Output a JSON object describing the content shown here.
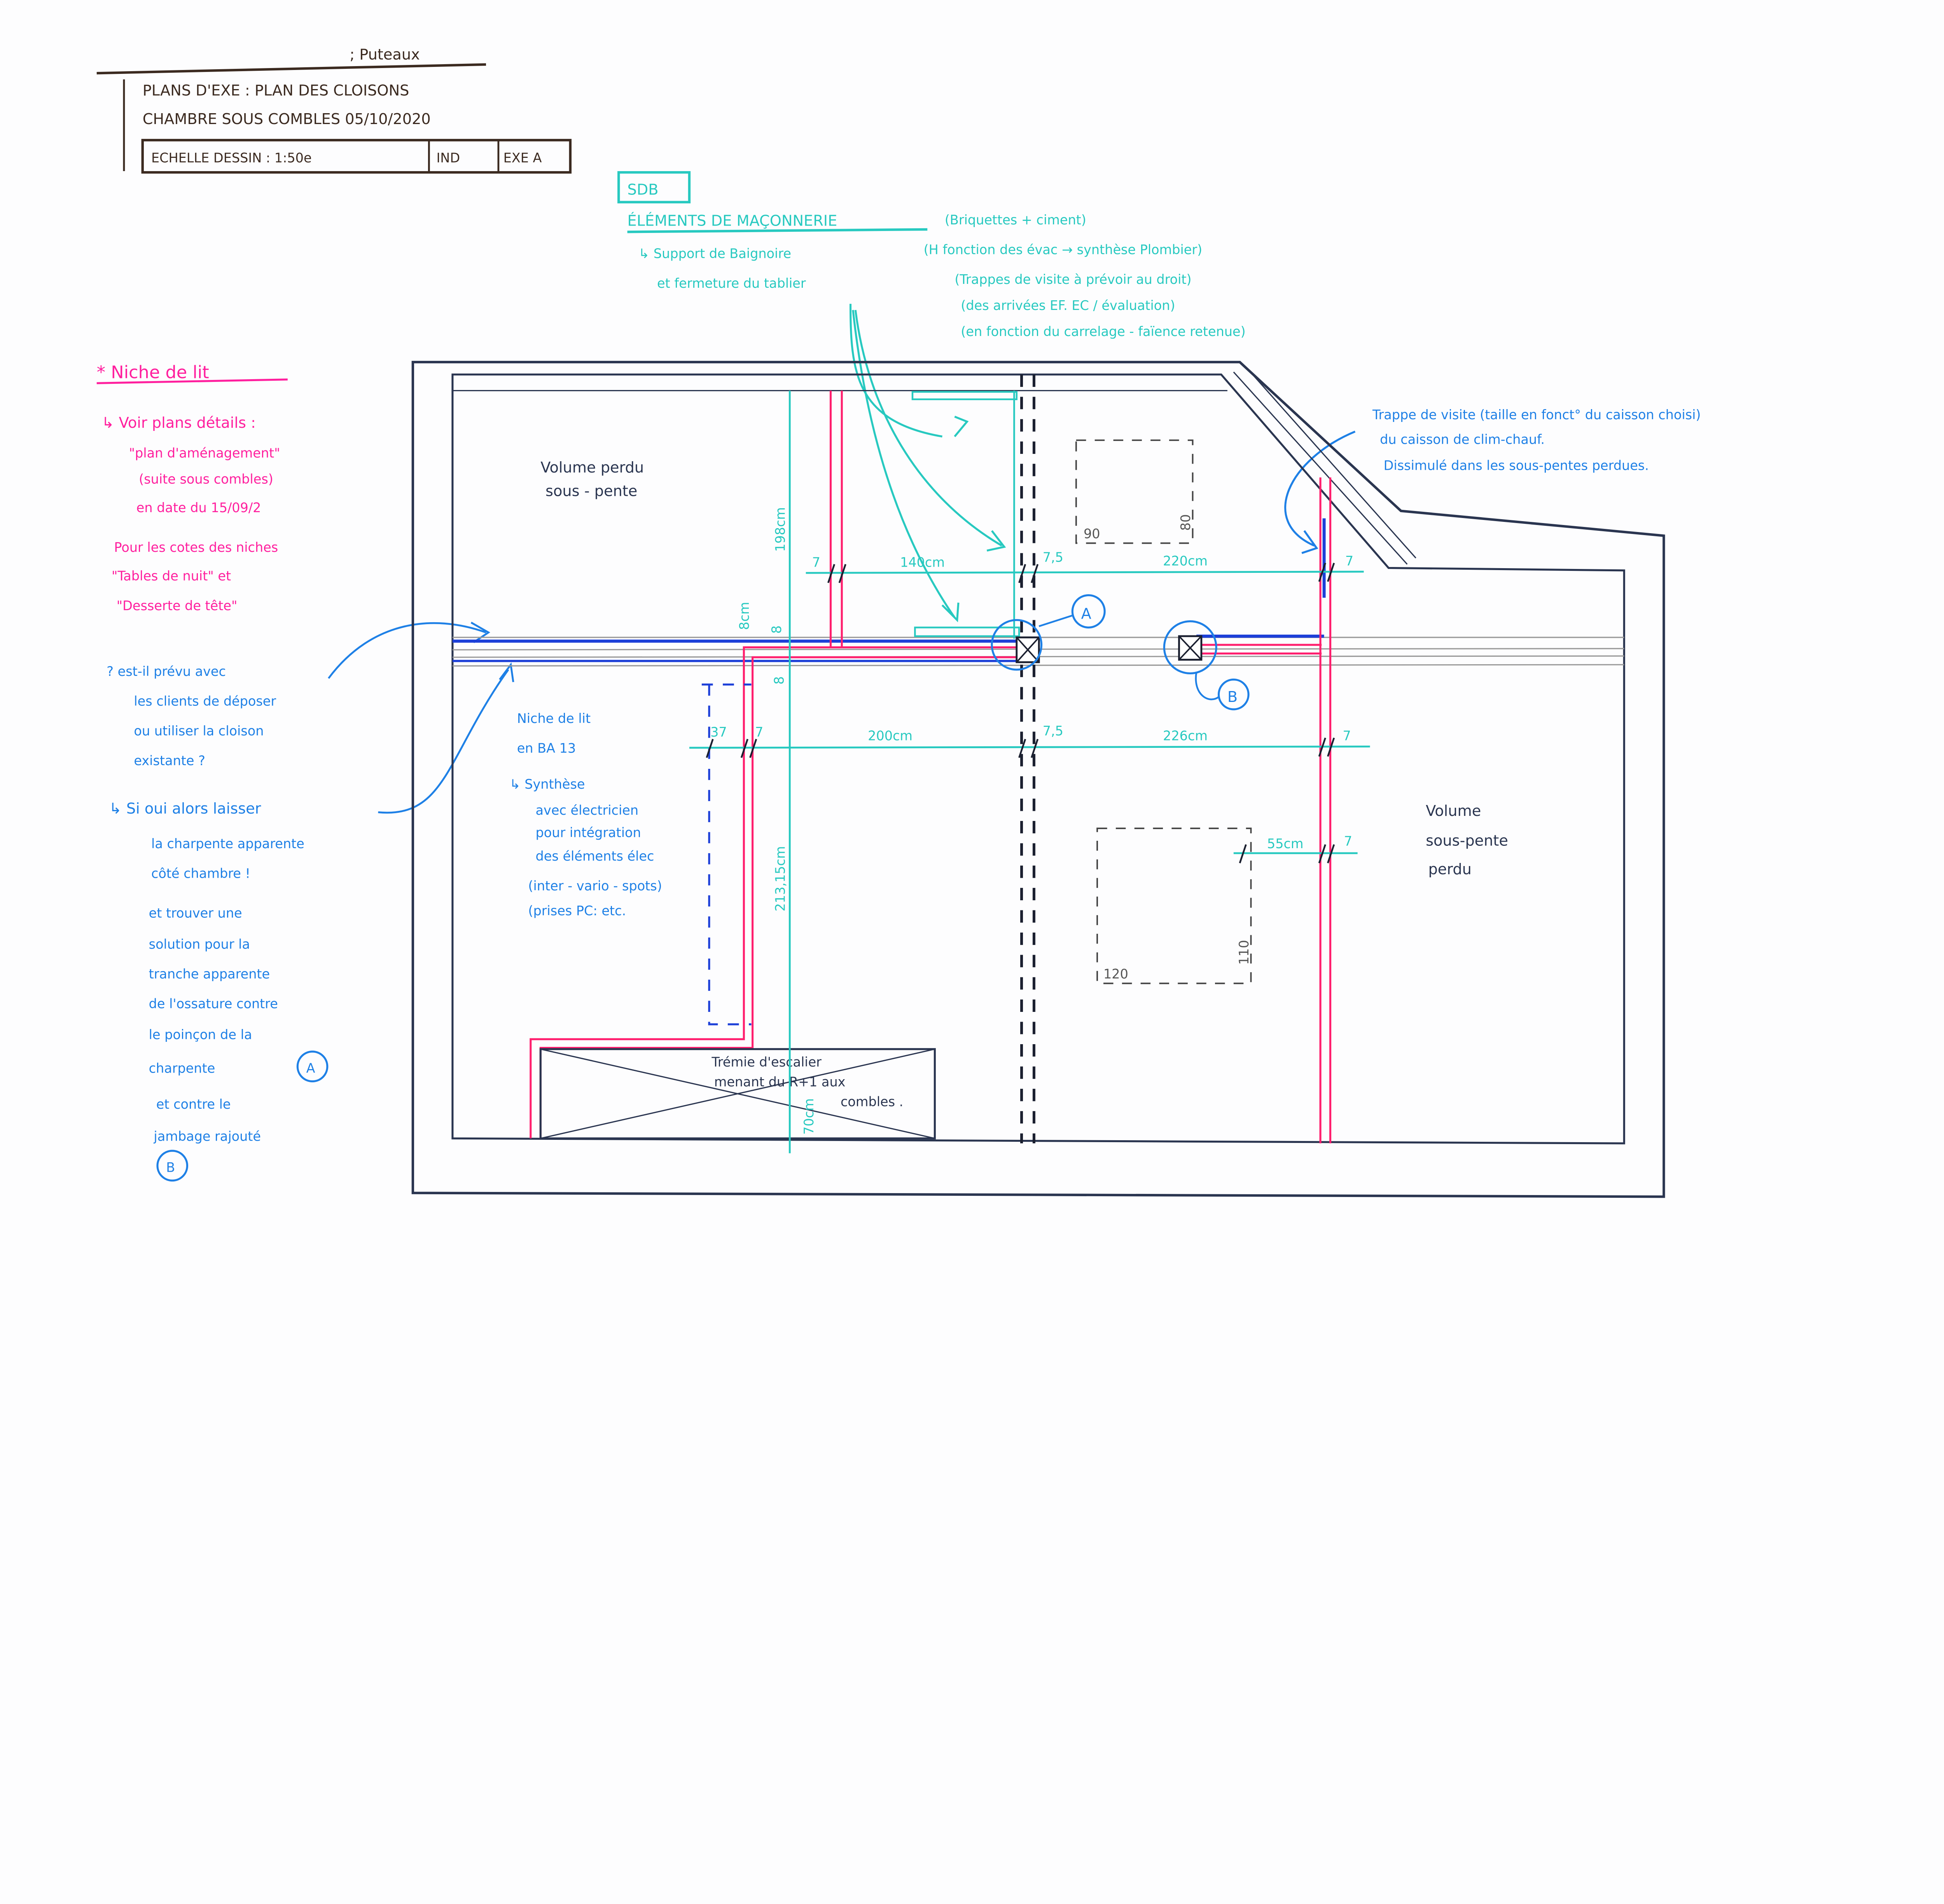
{
  "title_block": {
    "location": "; Puteaux",
    "line1": "PLANS D'EXE : PLAN DES CLOISONS",
    "line2": "CHAMBRE SOUS COMBLES 05/10/2020",
    "scale": "ECHELLE DESSIN : 1:50e",
    "ind": "IND",
    "sheet": "EXE A"
  },
  "sdb_note": {
    "tag": "SDB",
    "heading": "ÉLÉMENTS DE MAÇONNERIE",
    "heading_paren": "(Briquettes + ciment)",
    "line1": "↳ Support de Baignoire",
    "line2": "et fermeture du tablier",
    "brace_lines": [
      "(H fonction des évac → synthèse Plombier)",
      "(Trappes de visite à prévoir au droit)",
      "(des arrivées EF. EC / évaluation)",
      "(en fonction du carrelage - faïence retenue)"
    ]
  },
  "trappe_note": {
    "lines": [
      "Trappe de visite (taille en fonct° du caisson choisi)",
      "du caisson de clim-chauf.",
      "Dissimulé dans les sous-pentes perdues."
    ]
  },
  "niche_note": {
    "heading": "* Niche de lit",
    "lines": [
      "↳ Voir plans détails :",
      "\"plan d'aménagement\"",
      "(suite sous combles)",
      "en date du 15/09/2",
      "Pour les cotes des niches",
      "\"Tables de nuit\" et",
      "\"Desserte de tête\""
    ]
  },
  "question_note": {
    "lines": [
      "? est-il prévu avec",
      "les clients de déposer",
      "ou utiliser la cloison",
      "existante ?",
      "↳ Si oui alors laisser",
      "la charpente apparente",
      "côté chambre !",
      "et trouver une",
      "solution pour la",
      "tranche apparente",
      "de l'ossature contre",
      "le poinçon de la",
      "charpente",
      "et contre le",
      "jambage rajouté"
    ],
    "marker_a": "A",
    "marker_b": "B"
  },
  "plan": {
    "volume_left": [
      "Volume perdu",
      "sous - pente"
    ],
    "volume_right": [
      "Volume",
      "sous-pente",
      "perdu"
    ],
    "niche_label": [
      "Niche de lit",
      "en BA 13",
      "↳ Synthèse",
      "avec électricien",
      "pour intégration",
      "des éléments élec",
      "(inter - vario - spots)",
      "(prises PC: etc."
    ],
    "stair_label": [
      "Trémie d'escalier",
      "menant du R+1 aux",
      "combles ."
    ],
    "marker_a": "A",
    "marker_b": "B",
    "dims_top": {
      "d1": "7",
      "d2": "140cm",
      "d3": "7,5",
      "d4": "220cm",
      "d5": "7"
    },
    "dims_mid": {
      "d0": "37",
      "d1": "7",
      "d2": "200cm",
      "d3": "7,5",
      "d4": "226cm",
      "d5": "7"
    },
    "dims_low": {
      "d1": "55cm",
      "d2": "7"
    },
    "dim_vertical_top": "198cm",
    "dim_vertical_bottom": "213,15cm",
    "dim_beam": "8cm",
    "dim_beam_a": "8",
    "dim_beam_b": "8",
    "dim_stair": "70cm",
    "box_top": {
      "w": "90",
      "h": "80"
    },
    "box_bottom": {
      "w": "120",
      "h": "110"
    }
  },
  "colors": {
    "pink": "#ff1f9e",
    "cyan": "#27c9c0",
    "blue": "#1e80e6",
    "navy": "#2a3550",
    "partition": "#ff1f6e"
  }
}
